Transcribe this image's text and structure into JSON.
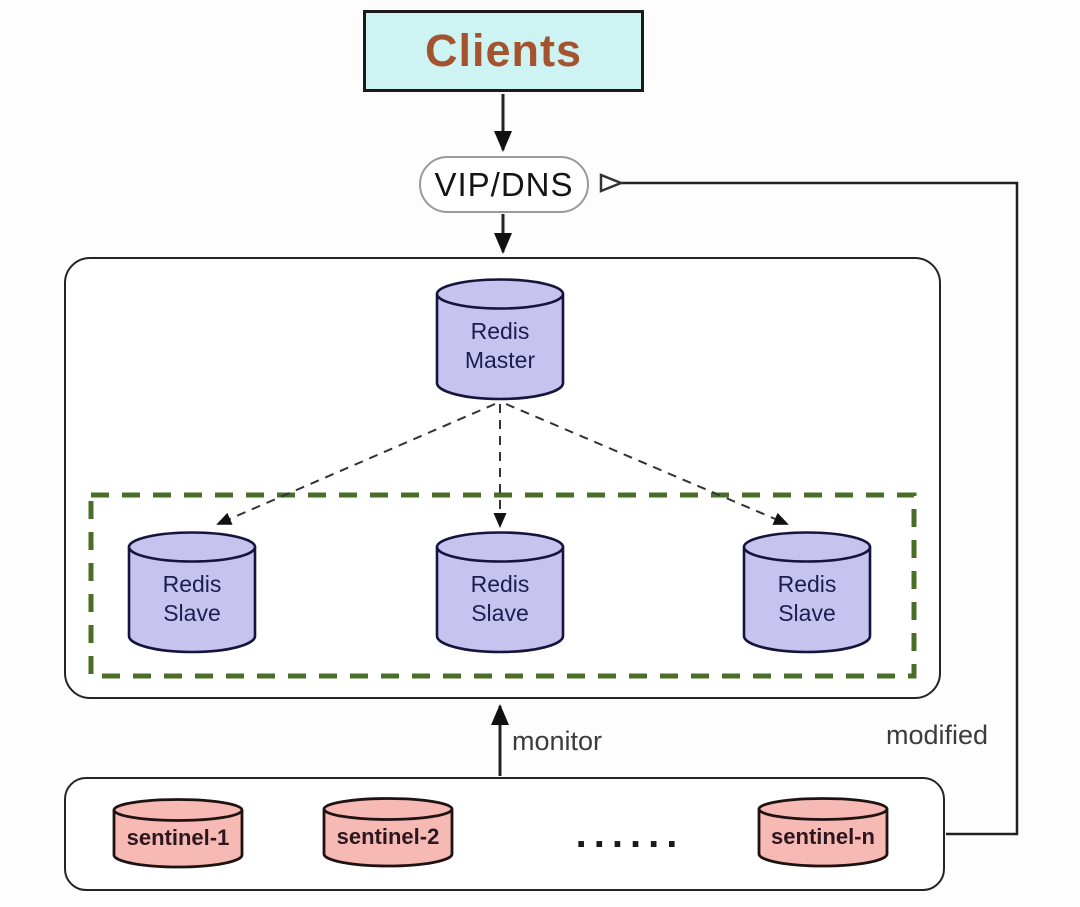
{
  "diagram": {
    "clients": {
      "label": "Clients"
    },
    "vip": {
      "label": "VIP/DNS"
    },
    "master": {
      "label": "Redis\nMaster"
    },
    "slaves": [
      {
        "label": "Redis\nSlave"
      },
      {
        "label": "Redis\nSlave"
      },
      {
        "label": "Redis\nSlave"
      }
    ],
    "sentinels": [
      {
        "label": "sentinel-1"
      },
      {
        "label": "sentinel-2"
      },
      {
        "label": "sentinel-n"
      }
    ],
    "ellipsis": "......",
    "edge_labels": {
      "monitor": "monitor",
      "modified": "modified"
    }
  },
  "colors": {
    "cyan": "#cdf4f2",
    "purple": "#c6c3ef",
    "pink": "#f6b9b4",
    "green": "#4a6e28",
    "navy": "#1d1d52",
    "brown": "#a5532f",
    "ink": "#222222"
  }
}
